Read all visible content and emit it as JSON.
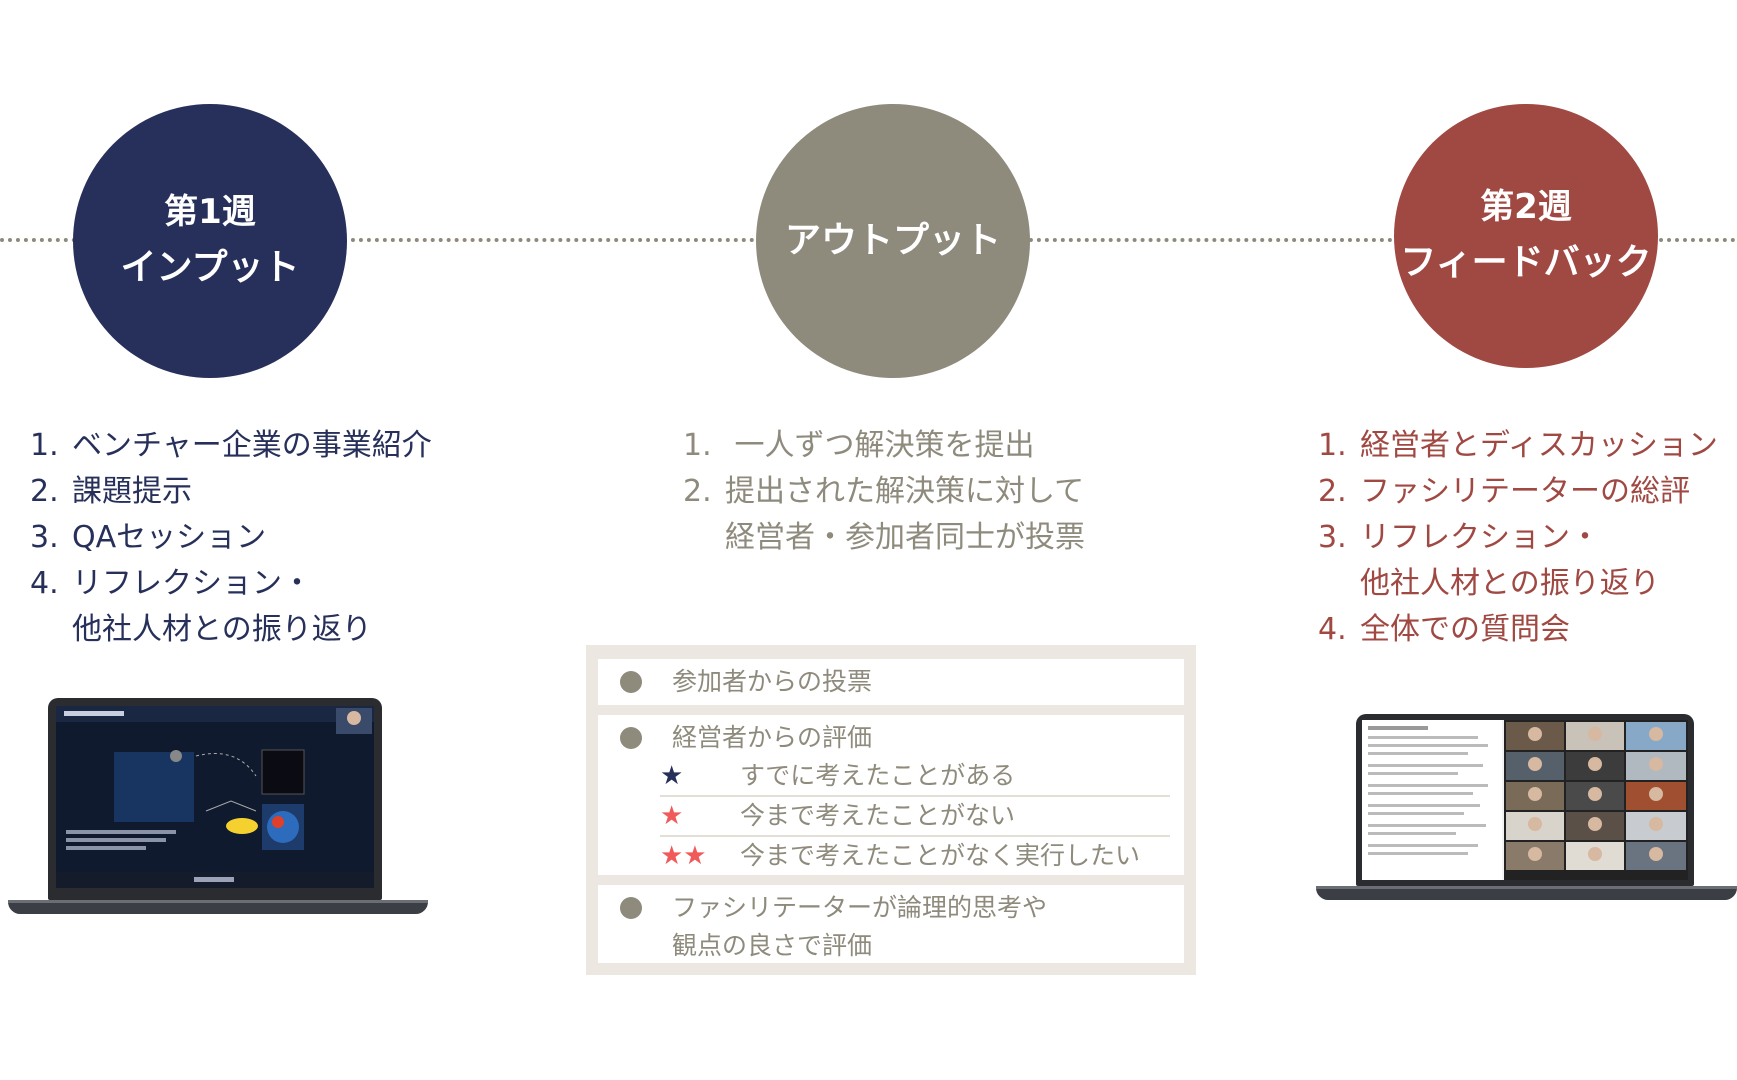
{
  "steps": [
    {
      "title_line1": "第1週",
      "title_line2": "インプット",
      "color": "#27305a",
      "items": [
        {
          "num": "1.",
          "text": "ベンチャー企業の事業紹介"
        },
        {
          "num": "2.",
          "text": "課題提示"
        },
        {
          "num": "3.",
          "text": "QAセッション"
        },
        {
          "num": "4.",
          "text": "リフレクション・"
        },
        {
          "num": "",
          "text": "他社人材との振り返り"
        }
      ]
    },
    {
      "title_line1": "",
      "title_line2": "アウトプット",
      "color": "#8e8a7c",
      "items": [
        {
          "num": "1.",
          "text": " 一人ずつ解決策を提出"
        },
        {
          "num": "2.",
          "text": "提出された解決策に対して"
        },
        {
          "num": "",
          "text": "経営者・参加者同士が投票"
        }
      ]
    },
    {
      "title_line1": "第2週",
      "title_line2": "フィードバック",
      "color": "#a04842",
      "items": [
        {
          "num": "1.",
          "text": "経営者とディスカッション"
        },
        {
          "num": "2.",
          "text": "ファシリテーターの総評"
        },
        {
          "num": "3.",
          "text": "リフレクション・"
        },
        {
          "num": "",
          "text": "他社人材との振り返り"
        },
        {
          "num": "4.",
          "text": "全体での質問会"
        }
      ]
    }
  ],
  "evaluation": {
    "participant_vote": "参加者からの投票",
    "exec_eval": "経営者からの評価",
    "ratings": [
      {
        "stars": "★",
        "star_color": "#27305a",
        "text": "すでに考えたことがある"
      },
      {
        "stars": "★",
        "star_color": "#f05a5a",
        "text": "今まで考えたことがない"
      },
      {
        "stars": "★★",
        "star_color": "#f05a5a",
        "text": "今まで考えたことがなく実行したい"
      }
    ],
    "facilitator_eval": "ファシリテーターが論理的思考や\n観点の良さで評価"
  }
}
